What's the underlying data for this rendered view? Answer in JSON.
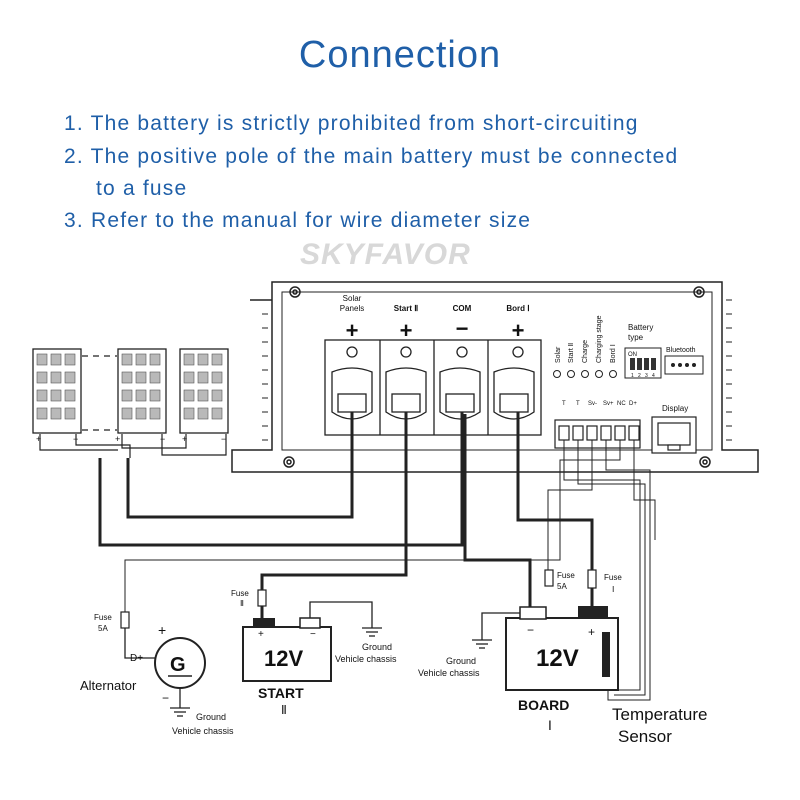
{
  "title": "Connection",
  "notes": [
    "1. The battery is strictly prohibited from short-circuiting",
    "2. The positive pole of the main battery must be connected",
    "to a fuse",
    "3. Refer to the manual for wire diameter size"
  ],
  "watermark": "SKYFAVOR",
  "controller": {
    "terminals": [
      "Solar Panels",
      "Start Ⅱ",
      "COM",
      "Bord Ⅰ"
    ],
    "indicators": [
      "Solar",
      "Start Ⅱ",
      "Charge",
      "Charging stage",
      "Bord Ⅰ"
    ],
    "battery_type": "Battery type",
    "dip_on": "ON",
    "dip_numbers": [
      "1",
      "2",
      "3",
      "4"
    ],
    "bluetooth": "Bluetooth",
    "display": "Display",
    "sensor_pins": [
      "T",
      "T",
      "Sv-",
      "Sv+",
      "NC",
      "D+"
    ]
  },
  "labels": {
    "fuse_5a_left": "Fuse",
    "fuse_5a_left_val": "5A",
    "fuse_start": "Fuse",
    "fuse_start_num": "Ⅱ",
    "fuse_board_5a": "Fuse",
    "fuse_board_5a_val": "5A",
    "fuse_board": "Fuse",
    "fuse_board_num": "Ⅰ",
    "d_plus": "D+",
    "alternator": "Alternator",
    "g": "G",
    "ground_1": "Ground",
    "chassis_1": "Vehicle chassis",
    "ground_2": "Ground",
    "chassis_2": "Vehicle chassis",
    "ground_3": "Ground",
    "chassis_3": "Vehicle chassis",
    "v_start": "12V",
    "start": "START",
    "start_num": "Ⅱ",
    "v_board": "12V",
    "board": "BOARD",
    "board_num": "Ⅰ",
    "temp_1": "Temperature",
    "temp_2": "Sensor"
  }
}
